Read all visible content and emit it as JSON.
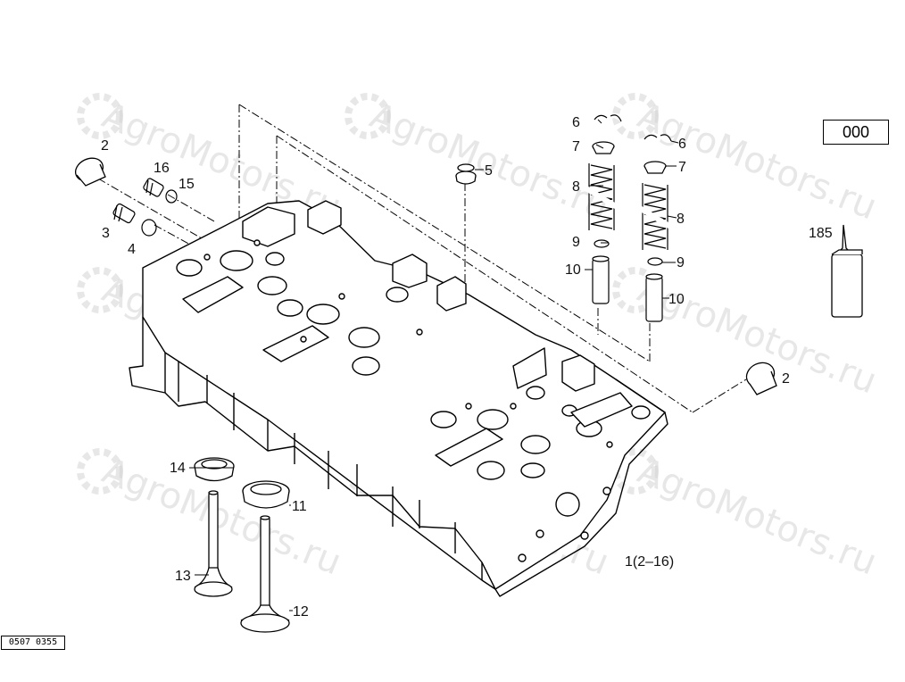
{
  "watermark": {
    "text": "AgroMotors.ru"
  },
  "reference_box": {
    "text": "000"
  },
  "drawing_code": {
    "text": "0507 0355"
  },
  "assembly_label": {
    "text": "1(2–16)"
  },
  "callouts": {
    "c2_left": "2",
    "c2_right": "2",
    "c3": "3",
    "c4": "4",
    "c5": "5",
    "c6_left": "6",
    "c6_right": "6",
    "c7_left": "7",
    "c7_right": "7",
    "c8_left": "8",
    "c8_right": "8",
    "c9_left": "9",
    "c9_right": "9",
    "c10_left": "10",
    "c10_right": "10",
    "c11": "11",
    "c12": "12",
    "c13": "13",
    "c14": "14",
    "c15": "15",
    "c16": "16",
    "c185": "185"
  }
}
